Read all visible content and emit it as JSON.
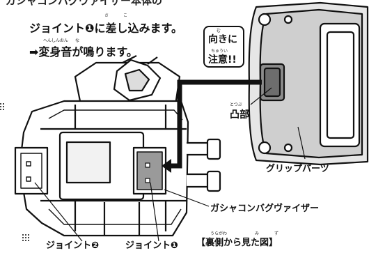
{
  "instructions": {
    "line1": "ガシャコンバグヴァイザー本体の",
    "line2": "ジョイント❶に差し込みます。",
    "line3_arrow": "➡",
    "line3": "変身音が鳴ります。",
    "furigana": {
      "sa": "さ",
      "ko": "こ",
      "henshinon": "へんしんおん",
      "na": "な"
    }
  },
  "callout": {
    "line1": "向きに",
    "line2": "注意!!",
    "furigana_mu": "む",
    "furigana_chuui": "ちゅうい"
  },
  "labels": {
    "totsubu": "凸部",
    "totsubu_furigana": "とつぶ",
    "grip_parts": "グリップパーツ",
    "bugvisor": "ガシャコンバグヴァイザー",
    "joint2": "ジョイント❷",
    "joint1": "ジョイント❶",
    "back_view": "【裏側から見た図】",
    "back_view_furigana_uragawa": "うらがわ",
    "back_view_furigana_mi": "み",
    "back_view_furigana_zu": "ず"
  }
}
